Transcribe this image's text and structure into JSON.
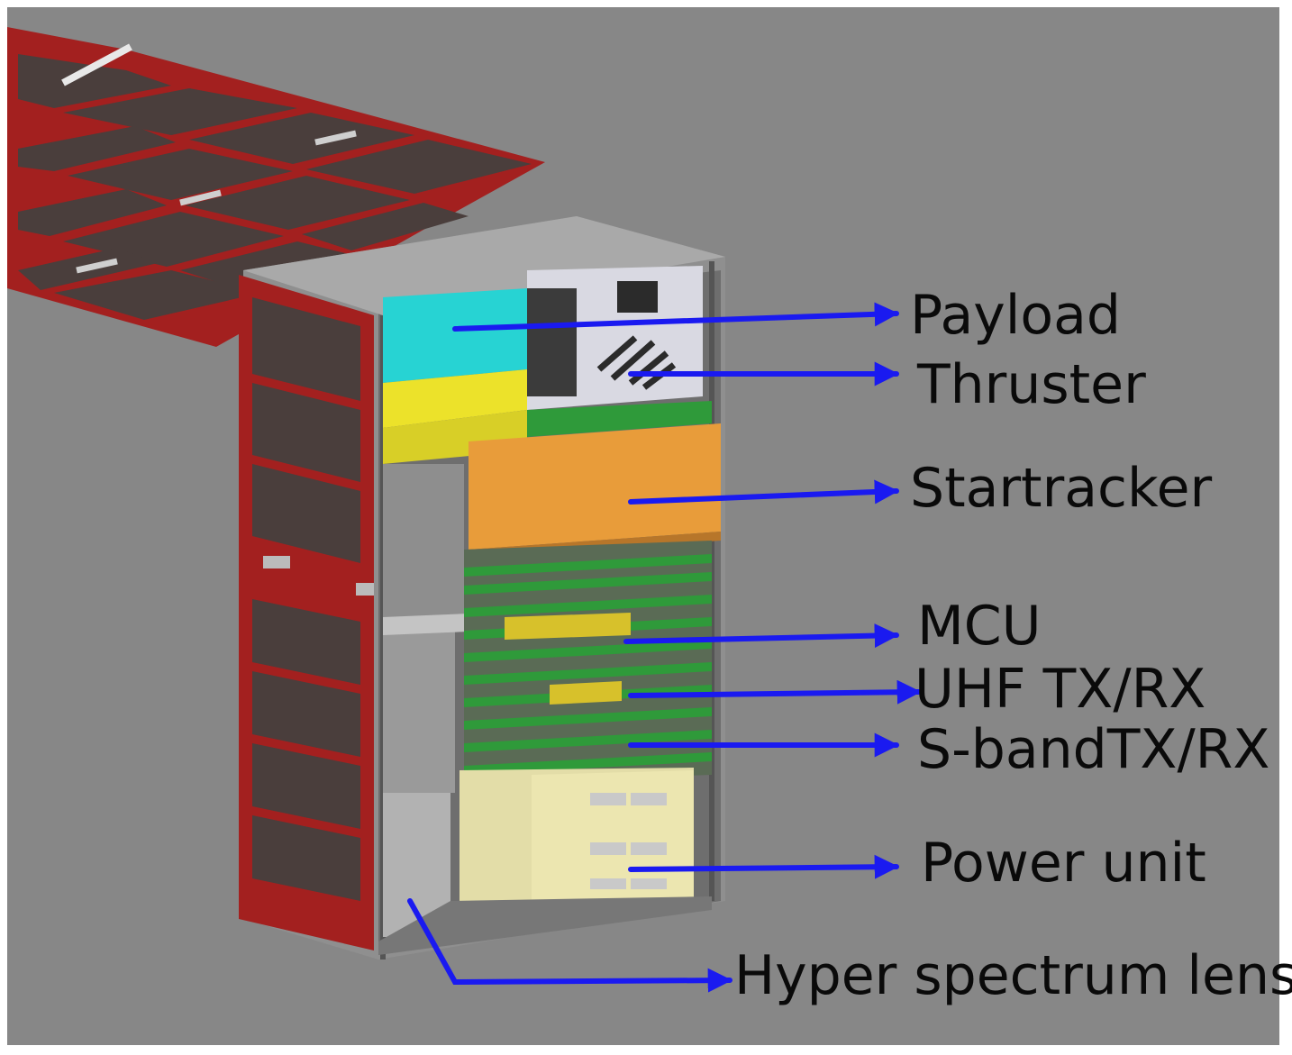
{
  "labels": {
    "payload": "Payload",
    "thruster": "Thruster",
    "startracker": "Startracker",
    "mcu": "MCU",
    "uhf": "UHF TX/RX",
    "sband": "S-bandTX/RX",
    "power": "Power unit",
    "lens": "Hyper spectrum lens"
  },
  "colors": {
    "background": "#888888",
    "arrow": "#1a1af0",
    "frame": "#b81c1c",
    "solar_cell": "#4a3e3c",
    "payload_cyan": "#27d3d3",
    "payload_yellow": "#ece22a",
    "startracker": "#e89c3a",
    "pcb_green": "#2f9a3a",
    "power_unit": "#ece6b0"
  }
}
